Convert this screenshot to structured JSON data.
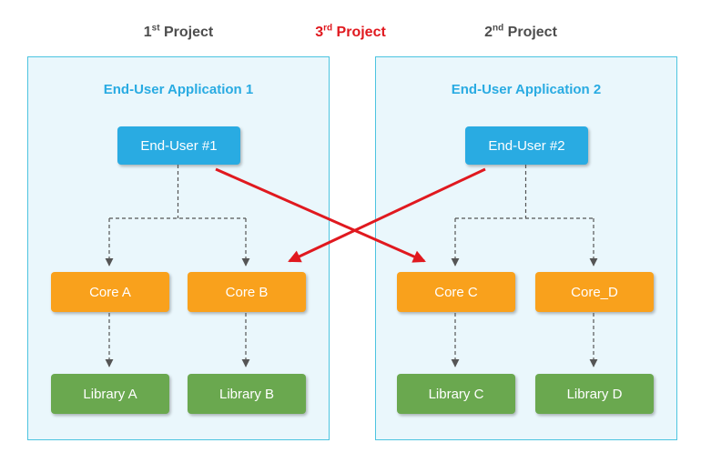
{
  "header": {
    "p1": {
      "num": "1",
      "ord": "st",
      "rest": " Project"
    },
    "p3": {
      "num": "3",
      "ord": "rd",
      "rest": " Project"
    },
    "p2": {
      "num": "2",
      "ord": "nd",
      "rest": " Project"
    }
  },
  "left_project": {
    "title": "End-User Application 1",
    "end_user": "End-User #1",
    "cores": [
      "Core A",
      "Core B"
    ],
    "libraries": [
      "Library A",
      "Library B"
    ]
  },
  "right_project": {
    "title": "End-User Application 2",
    "end_user": "End-User #2",
    "cores": [
      "Core C",
      "Core_D"
    ],
    "libraries": [
      "Library C",
      "Library D"
    ]
  },
  "colors": {
    "end_user_blue": "#29abe2",
    "core_orange": "#f9a11c",
    "library_green": "#6aa84f",
    "cross_arrow_red": "#e0191f",
    "container_background": "#eaf7fc",
    "container_border": "#4cc4e0",
    "project_label_gray": "#4d4d4d",
    "connector_gray": "#555555"
  }
}
